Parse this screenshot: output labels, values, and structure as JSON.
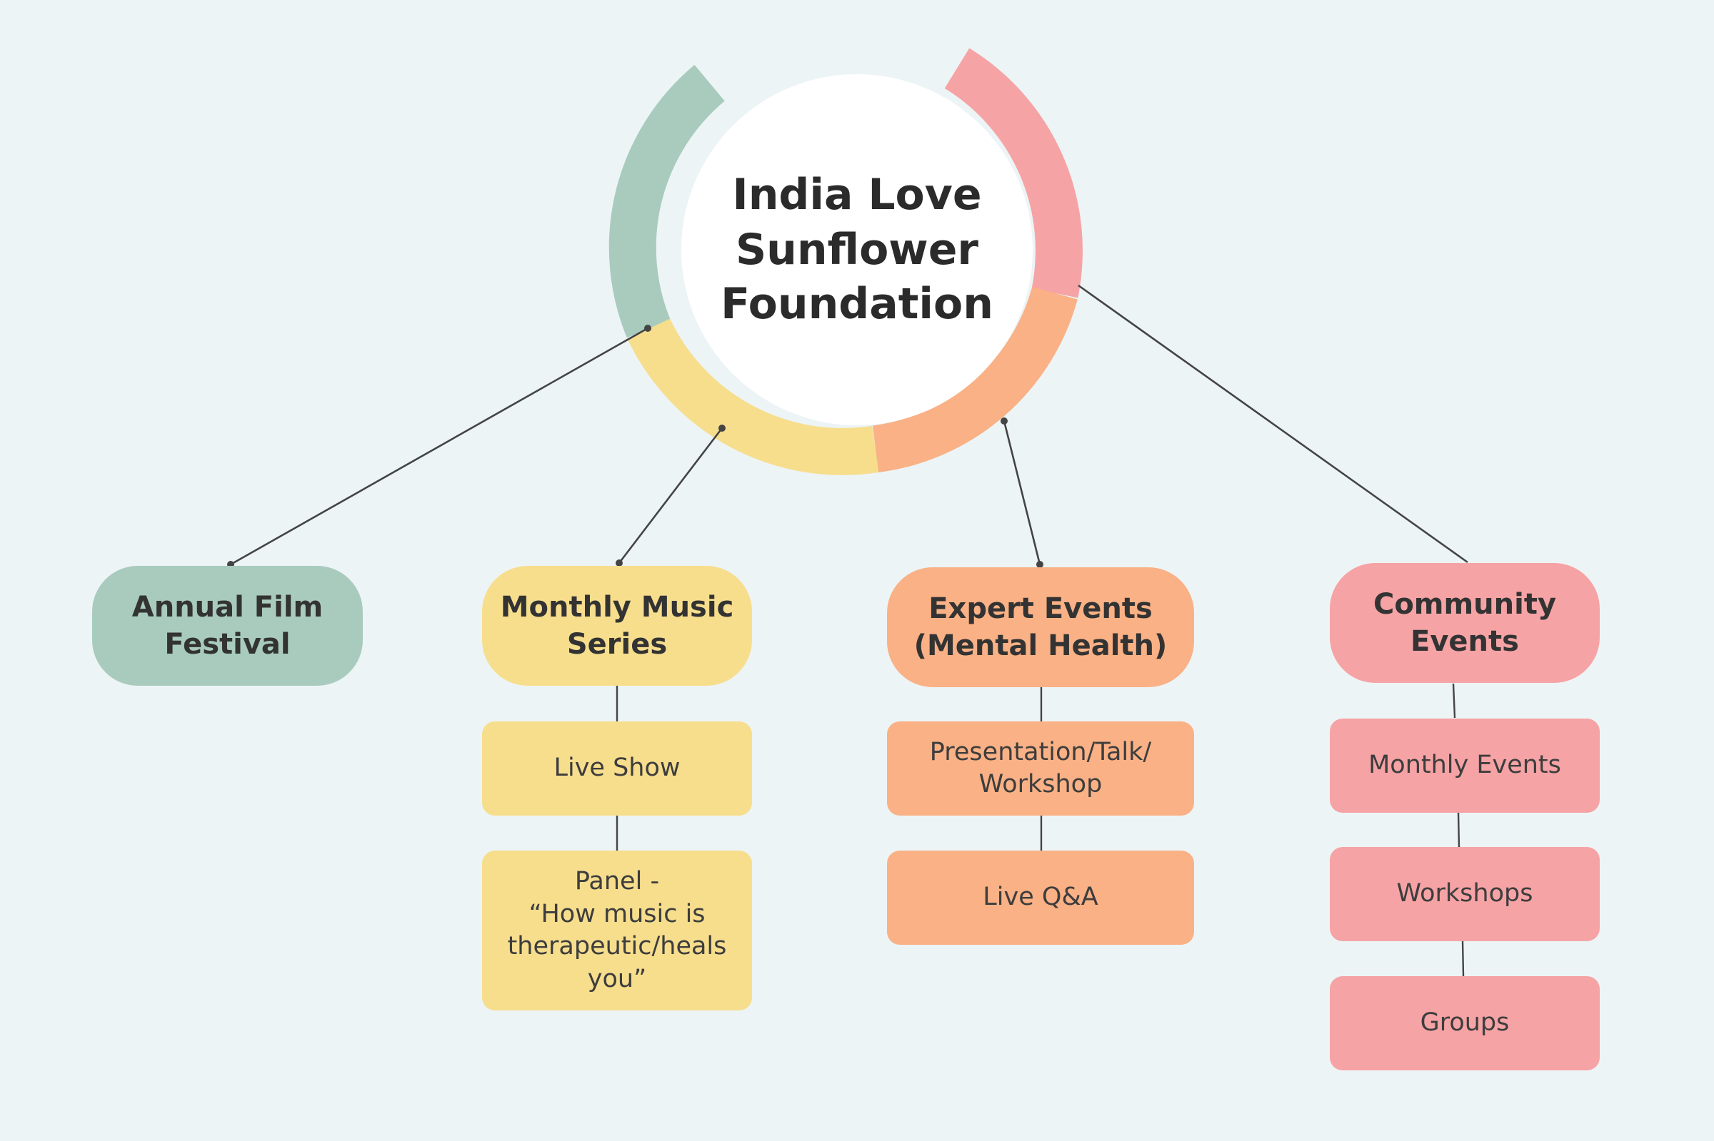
{
  "center": {
    "title_lines": [
      "India Love",
      "Sunflower",
      "Foundation"
    ]
  },
  "colors": {
    "background": "#edf4f6",
    "green": "#a8cbbd",
    "yellow": "#f7de8d",
    "orange": "#f9b185",
    "pink": "#f6a3a5",
    "line": "#444444"
  },
  "categories": [
    {
      "id": "annual-film-festival",
      "lines": [
        "Annual Film",
        "Festival"
      ],
      "color": "#a8cbbd",
      "items": []
    },
    {
      "id": "monthly-music-series",
      "lines": [
        "Monthly Music",
        "Series"
      ],
      "color": "#f7de8d",
      "items": [
        {
          "lines": [
            "Live Show"
          ]
        },
        {
          "lines": [
            "Panel -",
            "“How music is",
            "therapeutic/heals",
            "you”"
          ]
        }
      ]
    },
    {
      "id": "expert-events",
      "lines": [
        "Expert Events",
        "(Mental Health)"
      ],
      "color": "#f9b185",
      "items": [
        {
          "lines": [
            "Presentation/Talk/",
            "Workshop"
          ]
        },
        {
          "lines": [
            "Live Q&A"
          ]
        }
      ]
    },
    {
      "id": "community-events",
      "lines": [
        "Community",
        "Events"
      ],
      "color": "#f6a3a5",
      "items": [
        {
          "lines": [
            "Monthly Events"
          ]
        },
        {
          "lines": [
            "Workshops"
          ]
        },
        {
          "lines": [
            "Groups"
          ]
        }
      ]
    }
  ]
}
